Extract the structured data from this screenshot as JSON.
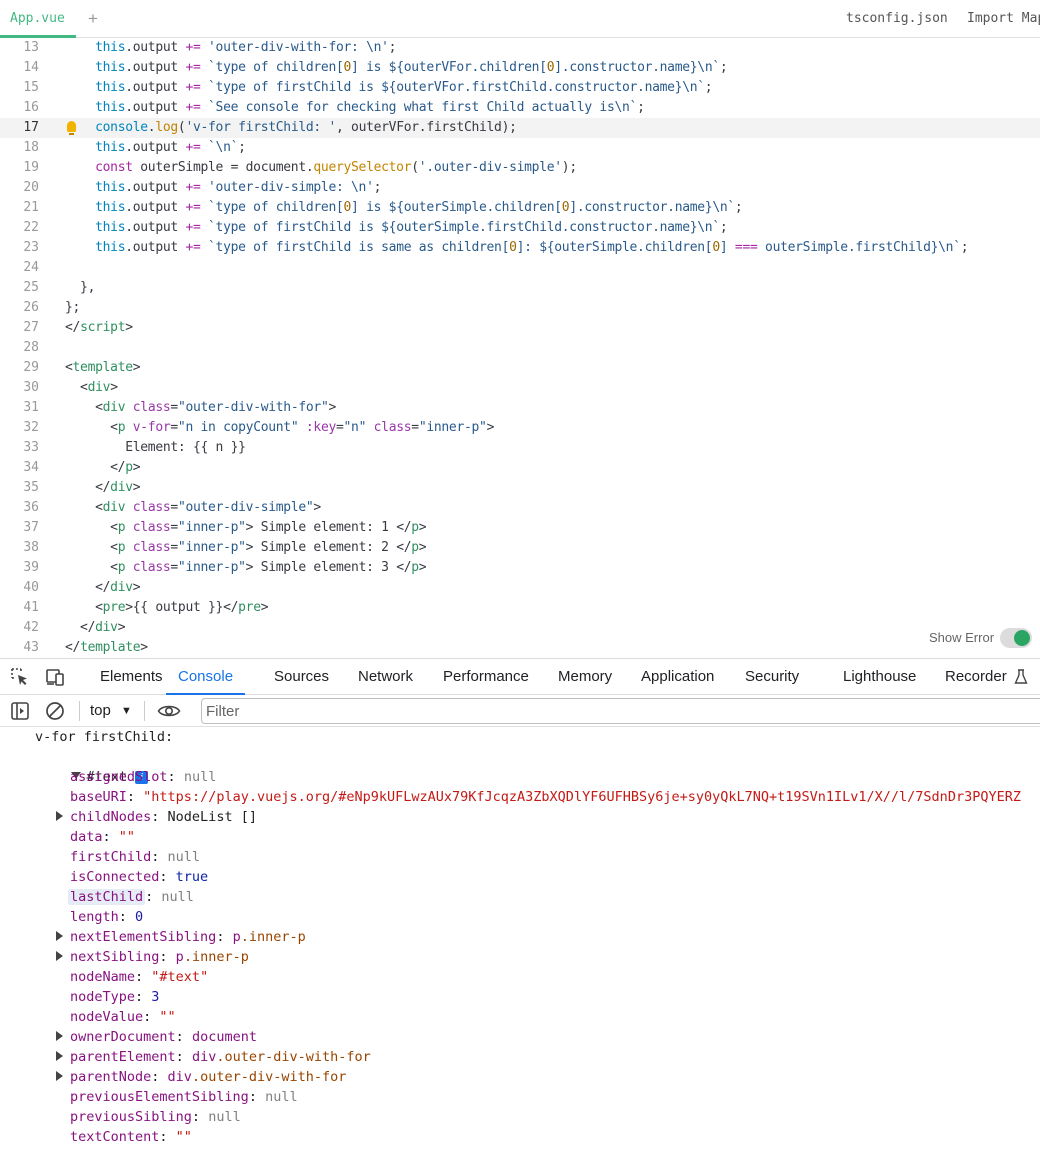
{
  "editor_tabs": {
    "file": "App.vue",
    "add": "+",
    "right": [
      "tsconfig.json",
      "Import Map"
    ]
  },
  "code": [
    {
      "n": "13",
      "segs": [
        [
          "this",
          "this"
        ],
        [
          "plain",
          ".output "
        ],
        [
          "kw",
          "+="
        ],
        [
          "str",
          " 'outer-div-with-for: \\n'"
        ],
        [
          "plain",
          ";"
        ]
      ]
    },
    {
      "n": "14",
      "segs": [
        [
          "this",
          "this"
        ],
        [
          "plain",
          ".output "
        ],
        [
          "kw",
          "+="
        ],
        [
          "str",
          " `type of children["
        ],
        [
          "num",
          "0"
        ],
        [
          "str",
          "] is ${outerVFor.children["
        ],
        [
          "num",
          "0"
        ],
        [
          "str",
          "].constructor.name}\\n`"
        ],
        [
          "plain",
          ";"
        ]
      ]
    },
    {
      "n": "15",
      "segs": [
        [
          "this",
          "this"
        ],
        [
          "plain",
          ".output "
        ],
        [
          "kw",
          "+="
        ],
        [
          "str",
          " `type of firstChild is ${outerVFor.firstChild.constructor.name}\\n`"
        ],
        [
          "plain",
          ";"
        ]
      ]
    },
    {
      "n": "16",
      "segs": [
        [
          "this",
          "this"
        ],
        [
          "plain",
          ".output "
        ],
        [
          "kw",
          "+="
        ],
        [
          "str",
          " `See console for checking what first Child actually is\\n`"
        ],
        [
          "plain",
          ";"
        ]
      ]
    },
    {
      "n": "17",
      "active": true,
      "bulb": true,
      "segs": [
        [
          "this",
          "console"
        ],
        [
          "plain",
          "."
        ],
        [
          "fn",
          "log"
        ],
        [
          "plain",
          "("
        ],
        [
          "str",
          "'v-for firstChild: '"
        ],
        [
          "plain",
          ", outerVFor.firstChild);"
        ]
      ]
    },
    {
      "n": "18",
      "segs": [
        [
          "this",
          "this"
        ],
        [
          "plain",
          ".output "
        ],
        [
          "kw",
          "+="
        ],
        [
          "str",
          " `\\n`"
        ],
        [
          "plain",
          ";"
        ]
      ]
    },
    {
      "n": "19",
      "segs": [
        [
          "kw",
          "const"
        ],
        [
          "plain",
          " outerSimple = document."
        ],
        [
          "fn",
          "querySelector"
        ],
        [
          "plain",
          "("
        ],
        [
          "str",
          "'.outer-div-simple'"
        ],
        [
          "plain",
          ");"
        ]
      ]
    },
    {
      "n": "20",
      "segs": [
        [
          "this",
          "this"
        ],
        [
          "plain",
          ".output "
        ],
        [
          "kw",
          "+="
        ],
        [
          "str",
          " 'outer-div-simple: \\n'"
        ],
        [
          "plain",
          ";"
        ]
      ]
    },
    {
      "n": "21",
      "segs": [
        [
          "this",
          "this"
        ],
        [
          "plain",
          ".output "
        ],
        [
          "kw",
          "+="
        ],
        [
          "str",
          " `type of children["
        ],
        [
          "num",
          "0"
        ],
        [
          "str",
          "] is ${outerSimple.children["
        ],
        [
          "num",
          "0"
        ],
        [
          "str",
          "].constructor.name}\\n`"
        ],
        [
          "plain",
          ";"
        ]
      ]
    },
    {
      "n": "22",
      "segs": [
        [
          "this",
          "this"
        ],
        [
          "plain",
          ".output "
        ],
        [
          "kw",
          "+="
        ],
        [
          "str",
          " `type of firstChild is ${outerSimple.firstChild.constructor.name}\\n`"
        ],
        [
          "plain",
          ";"
        ]
      ]
    },
    {
      "n": "23",
      "segs": [
        [
          "this",
          "this"
        ],
        [
          "plain",
          ".output "
        ],
        [
          "kw",
          "+="
        ],
        [
          "str",
          " `type of firstChild is same as children["
        ],
        [
          "num",
          "0"
        ],
        [
          "str",
          "]: ${outerSimple.children["
        ],
        [
          "num",
          "0"
        ],
        [
          "str",
          "] "
        ],
        [
          "kw",
          "==="
        ],
        [
          "str",
          " outerSimple.firstChild}\\n`"
        ],
        [
          "plain",
          ";"
        ]
      ]
    },
    {
      "n": "24",
      "segs": []
    },
    {
      "n": "25",
      "segs": [
        [
          "plain",
          "  },"
        ]
      ]
    },
    {
      "n": "26",
      "segs": [
        [
          "plain",
          "};"
        ]
      ]
    },
    {
      "n": "27",
      "segs": [
        [
          "plain",
          "</"
        ],
        [
          "tag",
          "script"
        ],
        [
          "plain",
          ">"
        ]
      ]
    },
    {
      "n": "28",
      "segs": []
    },
    {
      "n": "29",
      "segs": [
        [
          "plain",
          "<"
        ],
        [
          "tag",
          "template"
        ],
        [
          "plain",
          ">"
        ]
      ]
    },
    {
      "n": "30",
      "segs": [
        [
          "plain",
          "  <"
        ],
        [
          "tag",
          "div"
        ],
        [
          "plain",
          ">"
        ]
      ]
    },
    {
      "n": "31",
      "segs": [
        [
          "plain",
          "    <"
        ],
        [
          "tag",
          "div"
        ],
        [
          "attr",
          " class"
        ],
        [
          "plain",
          "="
        ],
        [
          "aval",
          "\"outer-div-with-for\""
        ],
        [
          "plain",
          ">"
        ]
      ]
    },
    {
      "n": "32",
      "segs": [
        [
          "plain",
          "      <"
        ],
        [
          "tag",
          "p"
        ],
        [
          "attr",
          " v-for"
        ],
        [
          "plain",
          "="
        ],
        [
          "aval",
          "\"n in copyCount\""
        ],
        [
          "attr",
          " :key"
        ],
        [
          "plain",
          "="
        ],
        [
          "aval",
          "\"n\""
        ],
        [
          "attr",
          " class"
        ],
        [
          "plain",
          "="
        ],
        [
          "aval",
          "\"inner-p\""
        ],
        [
          "plain",
          ">"
        ]
      ]
    },
    {
      "n": "33",
      "segs": [
        [
          "plain",
          "        Element: {{ n }}"
        ]
      ]
    },
    {
      "n": "34",
      "segs": [
        [
          "plain",
          "      </"
        ],
        [
          "tag",
          "p"
        ],
        [
          "plain",
          ">"
        ]
      ]
    },
    {
      "n": "35",
      "segs": [
        [
          "plain",
          "    </"
        ],
        [
          "tag",
          "div"
        ],
        [
          "plain",
          ">"
        ]
      ]
    },
    {
      "n": "36",
      "segs": [
        [
          "plain",
          "    <"
        ],
        [
          "tag",
          "div"
        ],
        [
          "attr",
          " class"
        ],
        [
          "plain",
          "="
        ],
        [
          "aval",
          "\"outer-div-simple\""
        ],
        [
          "plain",
          ">"
        ]
      ]
    },
    {
      "n": "37",
      "segs": [
        [
          "plain",
          "      <"
        ],
        [
          "tag",
          "p"
        ],
        [
          "attr",
          " class"
        ],
        [
          "plain",
          "="
        ],
        [
          "aval",
          "\"inner-p\""
        ],
        [
          "plain",
          "> Simple element: 1 </"
        ],
        [
          "tag",
          "p"
        ],
        [
          "plain",
          ">"
        ]
      ]
    },
    {
      "n": "38",
      "segs": [
        [
          "plain",
          "      <"
        ],
        [
          "tag",
          "p"
        ],
        [
          "attr",
          " class"
        ],
        [
          "plain",
          "="
        ],
        [
          "aval",
          "\"inner-p\""
        ],
        [
          "plain",
          "> Simple element: 2 </"
        ],
        [
          "tag",
          "p"
        ],
        [
          "plain",
          ">"
        ]
      ]
    },
    {
      "n": "39",
      "segs": [
        [
          "plain",
          "      <"
        ],
        [
          "tag",
          "p"
        ],
        [
          "attr",
          " class"
        ],
        [
          "plain",
          "="
        ],
        [
          "aval",
          "\"inner-p\""
        ],
        [
          "plain",
          "> Simple element: 3 </"
        ],
        [
          "tag",
          "p"
        ],
        [
          "plain",
          ">"
        ]
      ]
    },
    {
      "n": "40",
      "segs": [
        [
          "plain",
          "    </"
        ],
        [
          "tag",
          "div"
        ],
        [
          "plain",
          ">"
        ]
      ]
    },
    {
      "n": "41",
      "segs": [
        [
          "plain",
          "    <"
        ],
        [
          "tag",
          "pre"
        ],
        [
          "plain",
          ">{{ output }}</"
        ],
        [
          "tag",
          "pre"
        ],
        [
          "plain",
          ">"
        ]
      ]
    },
    {
      "n": "42",
      "segs": [
        [
          "plain",
          "  </"
        ],
        [
          "tag",
          "div"
        ],
        [
          "plain",
          ">"
        ]
      ]
    },
    {
      "n": "43",
      "segs": [
        [
          "plain",
          "</"
        ],
        [
          "tag",
          "template"
        ],
        [
          "plain",
          ">"
        ]
      ]
    }
  ],
  "show_error": {
    "label": "Show Error",
    "enabled": true
  },
  "devtools": {
    "tabs": [
      "Elements",
      "Console",
      "Sources",
      "Network",
      "Performance",
      "Memory",
      "Application",
      "Security",
      "Lighthouse",
      "Recorder"
    ],
    "active_tab": "Console"
  },
  "console_toolbar": {
    "context": "top",
    "filter_placeholder": "Filter"
  },
  "console": {
    "log_message": "v-for firstChild:",
    "object_label": "#text",
    "info_badge": "i",
    "properties": [
      {
        "key": "assignedSlot",
        "value": "null",
        "type": "null",
        "expandable": false
      },
      {
        "key": "baseURI",
        "value": "\"https://play.vuejs.org/#eNp9kUFLwzAUx79KfJcqzA3ZbXQDlYF6UFHBSy6je+sy0yQkL7NQ+t19SVn1ILv1/X//l/7SdnDr3PQYERZ",
        "type": "str",
        "expandable": false
      },
      {
        "key": "childNodes",
        "value": "NodeList []",
        "type": "obj",
        "expandable": true
      },
      {
        "key": "data",
        "value": "\"\"",
        "type": "str",
        "expandable": false
      },
      {
        "key": "firstChild",
        "value": "null",
        "type": "null",
        "expandable": false
      },
      {
        "key": "isConnected",
        "value": "true",
        "type": "bool",
        "expandable": false
      },
      {
        "key": "lastChild",
        "value": "null",
        "type": "null",
        "expandable": false,
        "highlighted": true
      },
      {
        "key": "length",
        "value": "0",
        "type": "num",
        "expandable": false
      },
      {
        "key": "nextElementSibling",
        "value": "p.inner-p",
        "type": "elem",
        "expandable": true
      },
      {
        "key": "nextSibling",
        "value": "p.inner-p",
        "type": "elem",
        "expandable": true
      },
      {
        "key": "nodeName",
        "value": "\"#text\"",
        "type": "str",
        "expandable": false
      },
      {
        "key": "nodeType",
        "value": "3",
        "type": "num",
        "expandable": false
      },
      {
        "key": "nodeValue",
        "value": "\"\"",
        "type": "str",
        "expandable": false
      },
      {
        "key": "ownerDocument",
        "value": "document",
        "type": "elem",
        "expandable": true
      },
      {
        "key": "parentElement",
        "value": "div.outer-div-with-for",
        "type": "elem",
        "expandable": true
      },
      {
        "key": "parentNode",
        "value": "div.outer-div-with-for",
        "type": "elem",
        "expandable": true
      },
      {
        "key": "previousElementSibling",
        "value": "null",
        "type": "null",
        "expandable": false
      },
      {
        "key": "previousSibling",
        "value": "null",
        "type": "null",
        "expandable": false
      },
      {
        "key": "textContent",
        "value": "\"\"",
        "type": "str",
        "expandable": false
      }
    ]
  },
  "colors": {
    "vue_green": "#42b883",
    "devtools_blue": "#1a73e8",
    "toggle_on": "#2ba563"
  }
}
